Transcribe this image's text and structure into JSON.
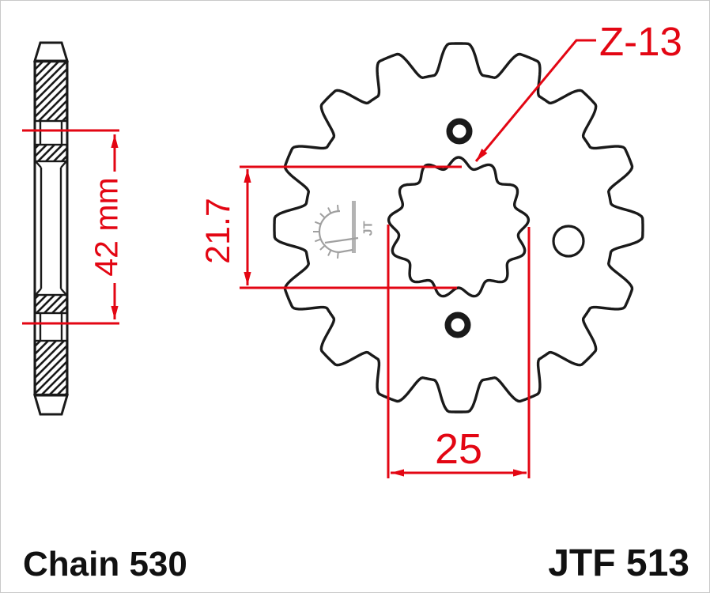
{
  "title_block": {
    "chain_label": "Chain 530",
    "part_number": "JTF 513"
  },
  "dimensions": {
    "hub_width": "42 mm",
    "center_width": "21.7",
    "bore_diameter": "25",
    "spline_callout": "Z-13"
  },
  "drawing": {
    "front_view_teeth": 16,
    "bore_spline_count": 13,
    "views": {
      "side_view": "hatched cross-section of sprocket",
      "front_view": "sprocket face with splined bore and three holes"
    },
    "watermark": "JT"
  },
  "colors": {
    "line": "#1a1a1a",
    "dimension_red": "#e30613",
    "watermark_gray": "#a0a0a0",
    "background": "#ffffff"
  }
}
